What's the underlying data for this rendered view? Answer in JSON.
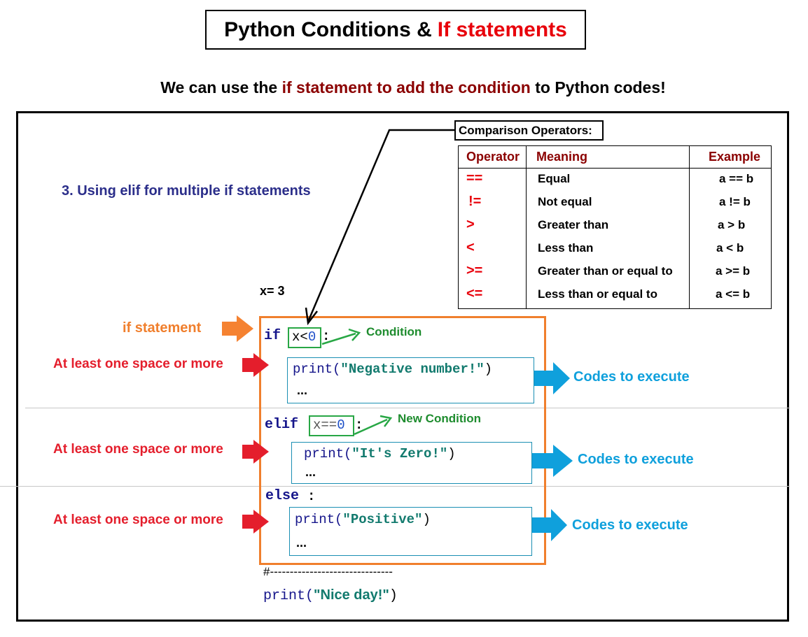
{
  "title": {
    "part1": "Python Conditions &",
    "part2": "If statements"
  },
  "subtitle": {
    "part1": "We can use the",
    "part2": "if statement to add the condition",
    "part3": "to Python codes!"
  },
  "section_heading": "3. Using elif for multiple if statements",
  "comparison": {
    "title": "Comparison Operators:",
    "headers": [
      "Operator",
      "Meaning",
      "Example"
    ],
    "rows": [
      {
        "op": "==",
        "meaning": "Equal",
        "example": "a == b"
      },
      {
        "op": "!=",
        "meaning": "Not equal",
        "example": "a != b"
      },
      {
        "op": ">",
        "meaning": "Greater than",
        "example": "a > b"
      },
      {
        "op": "<",
        "meaning": "Less than",
        "example": "a < b"
      },
      {
        "op": ">=",
        "meaning": "Greater than or equal to",
        "example": "a >= b"
      },
      {
        "op": "<=",
        "meaning": "Less than or equal to",
        "example": "a <= b"
      }
    ]
  },
  "code": {
    "xvar": "x= 3",
    "if_kw": "if",
    "if_cond_var": "x<",
    "if_cond_num": "0",
    "colon": ":",
    "if_print_fn": "print(",
    "if_print_str": "\"Negative number!\"",
    "close_paren": ")",
    "ellipsis": "...",
    "elif_kw": "elif",
    "elif_cond_var": "x==",
    "elif_cond_num": "0",
    "elif_print_fn": "print(",
    "elif_print_str": "\"It's Zero!\"",
    "else_kw": "else",
    "else_print_fn": "print(",
    "else_print_str": "\"Positive\"",
    "hash_line": "#-------------------------------",
    "final_print_fn": "print(",
    "final_print_str": "\"Nice day!\""
  },
  "labels": {
    "if_statement": "if statement",
    "space": "At least one space or more",
    "condition": "Condition",
    "new_condition": "New Condition",
    "codes_to_execute": "Codes to execute"
  },
  "colors": {
    "red": "#e8000b",
    "maroon": "#8b0000",
    "orange": "#f07f2d",
    "green": "#28a745",
    "cyan": "#0fa0dc",
    "navy": "#2b2e8a"
  }
}
